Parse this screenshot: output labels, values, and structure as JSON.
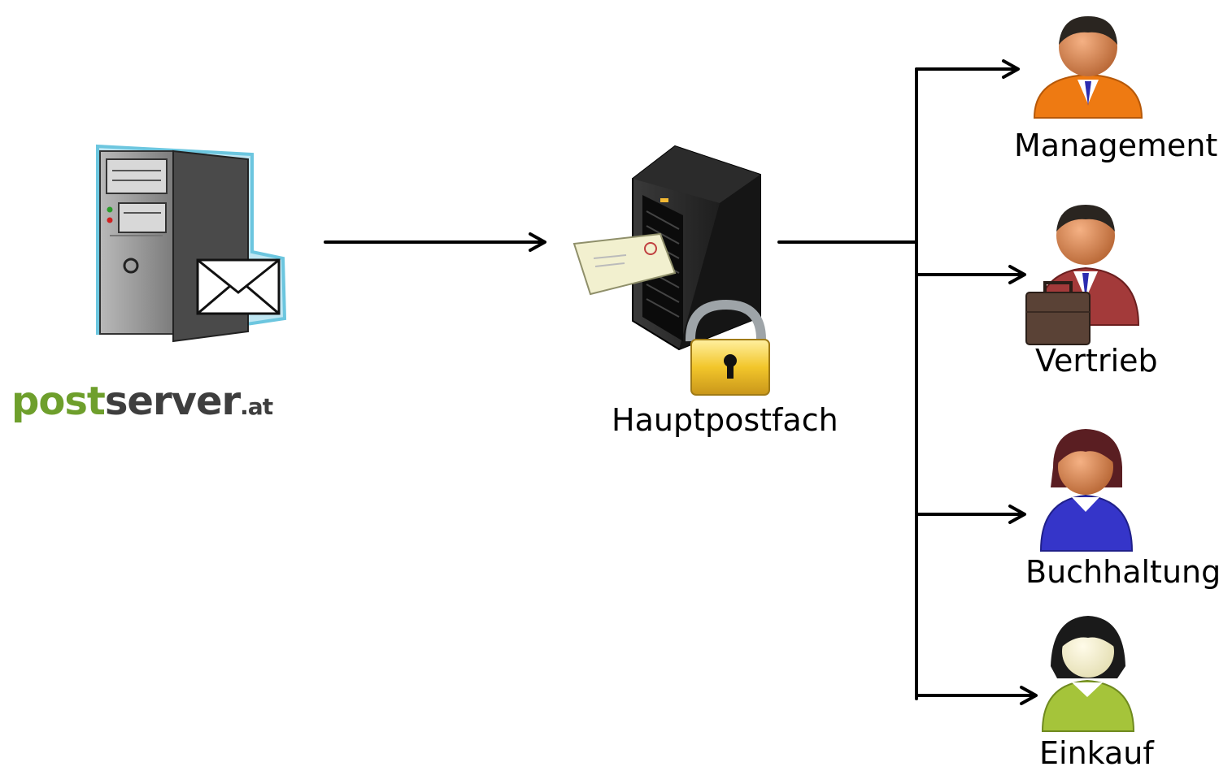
{
  "logo": {
    "part1": "post",
    "part2": "server",
    "part3": ".at"
  },
  "hub": {
    "label": "Hauptpostfach"
  },
  "departments": [
    {
      "label": "Management"
    },
    {
      "label": "Vertrieb"
    },
    {
      "label": "Buchhaltung"
    },
    {
      "label": "Einkauf"
    }
  ],
  "colors": {
    "logo_green": "#6e9f2c",
    "logo_dark": "#3e3e3e",
    "arrow": "#000000",
    "management_suit": "#ee7a12",
    "vertrieb_suit": "#a33a3a",
    "buchhaltung_shirt": "#3535c9",
    "einkauf_shirt": "#a5c43a"
  }
}
